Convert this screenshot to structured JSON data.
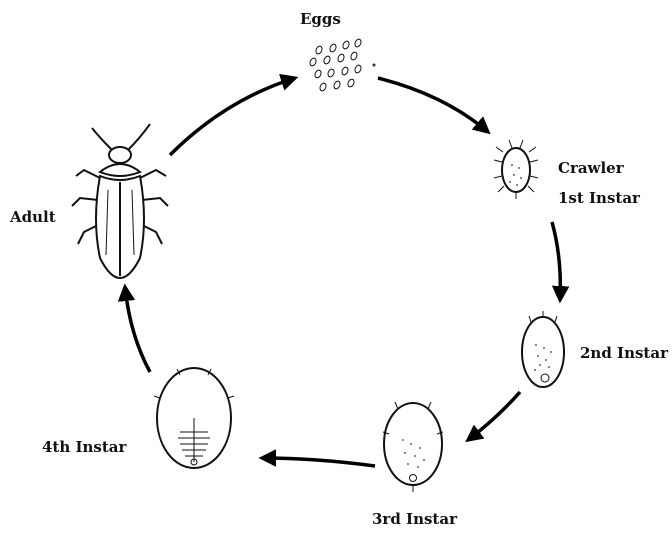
{
  "diagram": {
    "stages": [
      {
        "id": "eggs",
        "label": "Eggs"
      },
      {
        "id": "crawler",
        "label": "Crawler",
        "sublabel": "1st Instar"
      },
      {
        "id": "second",
        "label": "2nd Instar"
      },
      {
        "id": "third",
        "label": "3rd Instar"
      },
      {
        "id": "fourth",
        "label": "4th Instar"
      },
      {
        "id": "adult",
        "label": "Adult"
      }
    ]
  }
}
